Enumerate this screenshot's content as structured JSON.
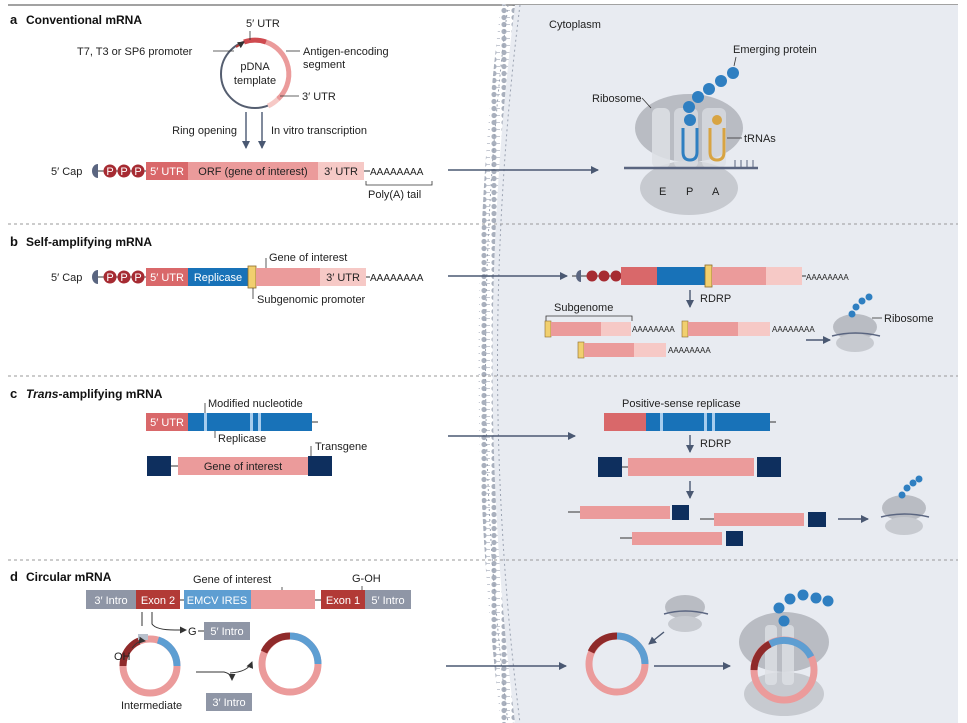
{
  "panels": {
    "a": {
      "letter": "a",
      "title": "Conventional mRNA"
    },
    "b": {
      "letter": "b",
      "title": "Self-amplifying mRNA"
    },
    "c": {
      "letter": "c",
      "title_italic": "Trans",
      "title_rest": "-amplifying mRNA"
    },
    "d": {
      "letter": "d",
      "title": "Circular mRNA"
    }
  },
  "cytoplasm_label": "Cytoplasm",
  "a": {
    "plasmid_label_1": "pDNA",
    "plasmid_label_2": "template",
    "utr5": "5′ UTR",
    "utr3": "3′ UTR",
    "promoter": "T7, T3 or SP6 promoter",
    "antigen_1": "Antigen-encoding",
    "antigen_2": "segment",
    "ring_opening": "Ring opening",
    "ivt": "In vitro transcription",
    "cap": "5′ Cap",
    "p": "P",
    "orf": "ORF (gene of interest)",
    "polyA_seq": "AAAAAAAA",
    "polyA_tail": "Poly(A) tail",
    "emerging_protein": "Emerging protein",
    "ribosome": "Ribosome",
    "trnas": "tRNAs",
    "site_e": "E",
    "site_p": "P",
    "site_a": "A"
  },
  "b": {
    "cap": "5′ Cap",
    "utr5": "5′ UTR",
    "replicase": "Replicase",
    "gene": "Gene of interest",
    "utr3": "3′ UTR",
    "polyA_seq": "AAAAAAAA",
    "subgenomic_promoter": "Subgenomic promoter",
    "rdrp": "RDRP",
    "subgenome": "Subgenome",
    "ribosome": "Ribosome"
  },
  "c": {
    "modified_nucleotide": "Modified nucleotide",
    "utr5": "5′ UTR",
    "replicase": "Replicase",
    "transgene": "Transgene",
    "gene": "Gene of interest",
    "positive_sense": "Positive-sense replicase",
    "rdrp": "RDRP"
  },
  "d": {
    "gene": "Gene of interest",
    "goh": "G-OH",
    "intro3": "3′ Intro",
    "exon2": "Exon 2",
    "emcv": "EMCV IRES",
    "exon1": "Exon 1",
    "intro5": "5′ Intro",
    "g": "G",
    "intro5b": "5′ Intro",
    "oh": "OH",
    "intermediate": "Intermediate",
    "intro3b": "3′ Intro"
  },
  "colors": {
    "utr_red": "#d9686a",
    "orf_pink": "#eb9b9b",
    "utr3_light": "#f6c9c6",
    "replicase_blue": "#1872b8",
    "navy": "#0e2f5e",
    "cap_red": "#a62b32",
    "gray_block": "#8f96a6",
    "exon_red": "#b23a36",
    "ires_blue": "#5e9ed2",
    "cytoplasm": "#e8ebf1",
    "protein_blue": "#2f7fc1",
    "ribosome_gray": "#b9bcc3",
    "promoter_yellow": "#f1cf6e"
  },
  "icons": [
    "membrane",
    "ribosome-icon",
    "protein-chain-icon",
    "trna-icon",
    "cap-icon",
    "circular-rna-icon",
    "plasmid-icon"
  ]
}
